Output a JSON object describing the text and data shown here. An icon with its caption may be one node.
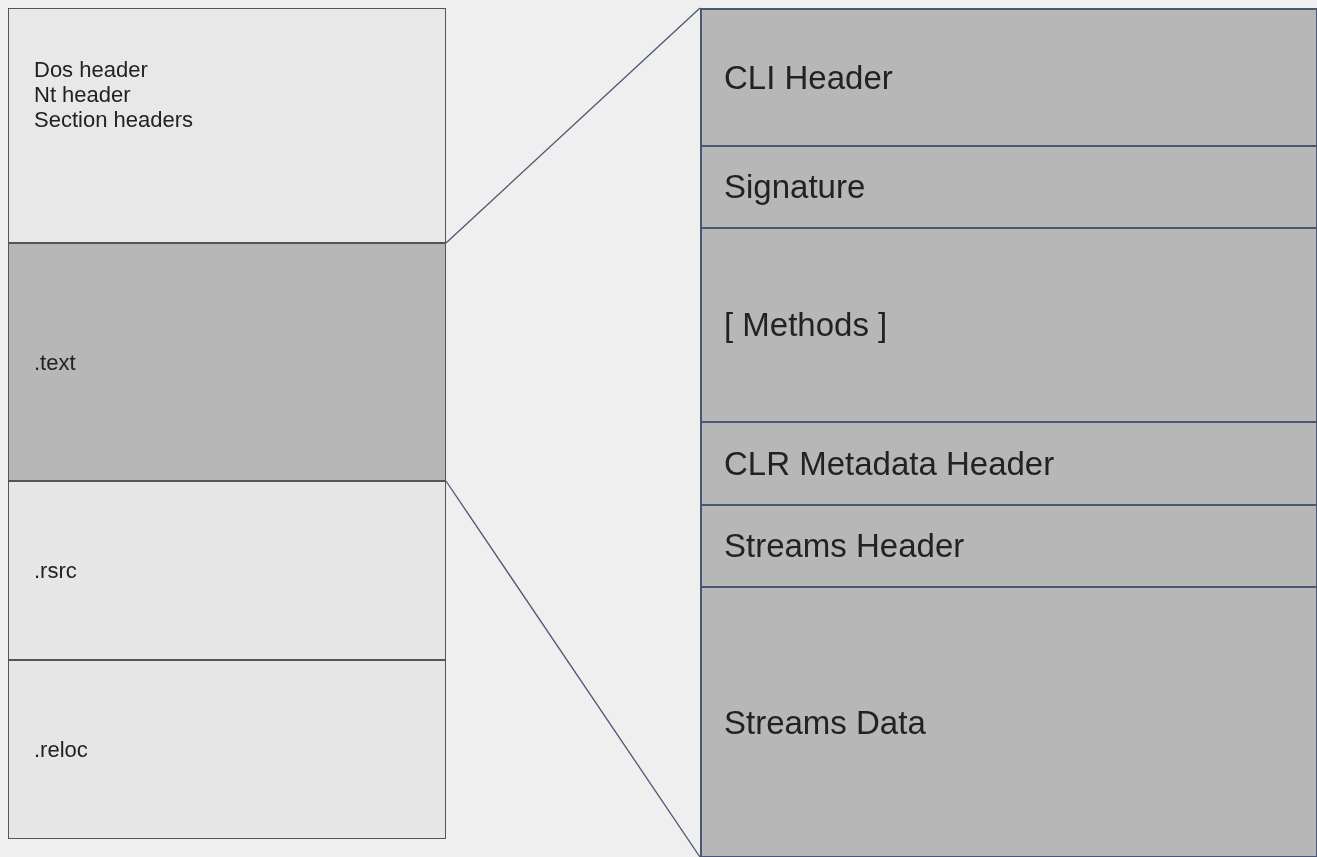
{
  "diagram": {
    "nodes": [
      {
        "text": [
          "Dos header",
          "Nt header",
          "Section headers"
        ]
      },
      {
        "text": [
          ".text"
        ]
      },
      {
        "text": [
          ".rsrc"
        ]
      },
      {
        "text": [
          ".reloc"
        ]
      },
      {
        "text": [],
        "shape": "box"
      },
      {
        "text": [
          "CLI Header"
        ],
        "in": 4
      },
      {
        "text": [
          "Signature"
        ],
        "in": 4
      },
      {
        "text": [
          "[ Methods ]"
        ],
        "in": 4
      },
      {
        "text": [
          "CLR Metadata Header"
        ],
        "in": 4
      },
      {
        "text": [
          "Streams Header"
        ],
        "in": 4
      },
      {
        "text": [
          "Streams Data"
        ],
        "in": 4
      }
    ],
    "edges": [
      {
        "from": 1,
        "to": 4,
        "arrow": "none"
      },
      {
        "from": 1,
        "to": 4,
        "arrow": "none"
      }
    ]
  }
}
